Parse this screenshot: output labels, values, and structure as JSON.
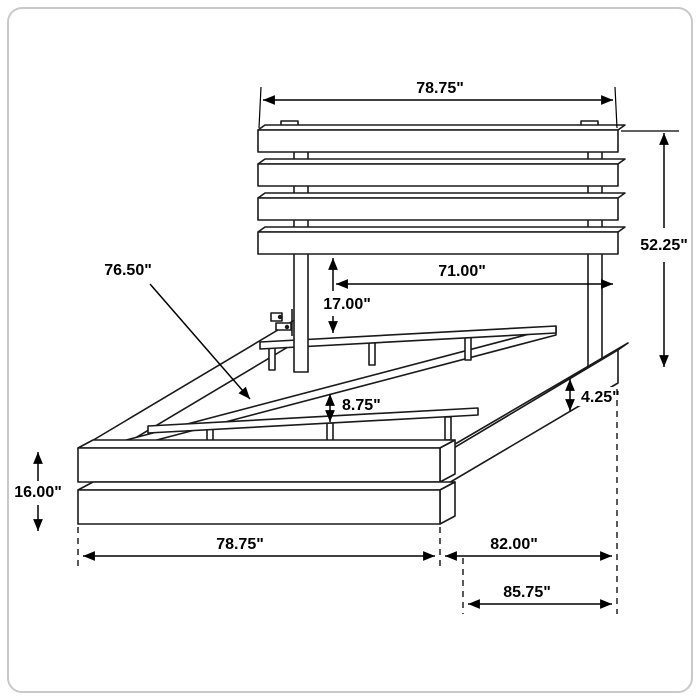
{
  "diagram": {
    "kind": "furniture-dimension-drawing",
    "subject": "platform bed with slatted headboard, side rails and slat supports",
    "colors": {
      "line": "#1a1a1a",
      "dimension_line": "#000000",
      "background": "#ffffff",
      "border": "#c9c9c9"
    },
    "labels": {
      "headboard_width": "78.75\"",
      "headboard_height": "52.25\"",
      "slat_rail_length": "76.50\"",
      "headboard_inner_width": "71.00\"",
      "headboard_overhang": "17.00\"",
      "slat_support_height": "8.75\"",
      "side_rail_height": "4.25\"",
      "footboard_height": "16.00\"",
      "footboard_width": "78.75\"",
      "frame_length": "82.00\"",
      "overall_length": "85.75\""
    }
  }
}
